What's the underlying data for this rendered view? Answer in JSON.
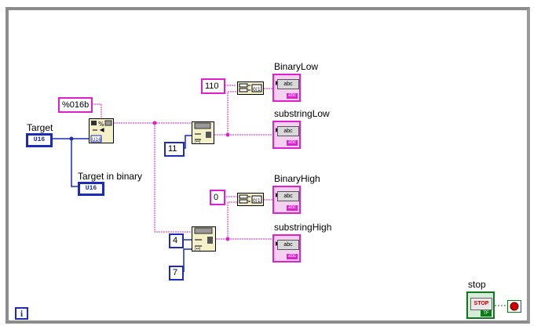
{
  "labels": {
    "target": "Target",
    "target_binary": "Target in binary",
    "binary_low": "BinaryLow",
    "substring_low": "substringLow",
    "binary_high": "BinaryHigh",
    "substring_high": "substringHigh",
    "stop": "stop"
  },
  "constants": {
    "format": "%016b",
    "low_binary_const": "110",
    "high_binary_const": "0",
    "low_length": "11",
    "high_offset": "4",
    "high_length": "7"
  },
  "terminals": {
    "target_type": "U16",
    "target_binary_type": "U16",
    "string_type": "abc",
    "stop_caption": "STOP",
    "stop_type": "TF"
  },
  "info_icon": "i",
  "colors": {
    "string_wire": "#e020d0",
    "numeric_wire": "#1c2bb8",
    "boolean_wire": "#0c7a1a",
    "border": "#8c8c8c"
  }
}
